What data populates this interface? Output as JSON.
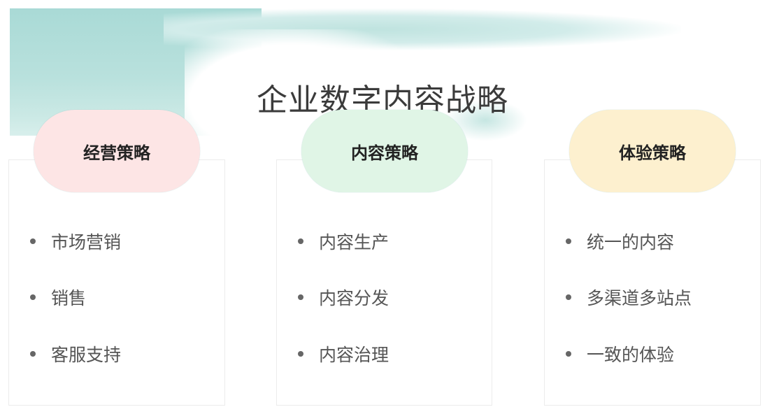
{
  "title": "企业数字内容战略",
  "colors": {
    "wash": "#a9dad6",
    "pill_1": "#fde5e5",
    "pill_2": "#e0f5e6",
    "pill_3": "#fdf0cf",
    "title_text": "#3b3b3b",
    "item_text": "#555555"
  },
  "columns": [
    {
      "heading": "经营策略",
      "items": [
        "市场营销",
        "销售",
        "客服支持"
      ]
    },
    {
      "heading": "内容策略",
      "items": [
        "内容生产",
        "内容分发",
        "内容治理"
      ]
    },
    {
      "heading": "体验策略",
      "items": [
        "统一的内容",
        "多渠道多站点",
        "一致的体验"
      ]
    }
  ]
}
